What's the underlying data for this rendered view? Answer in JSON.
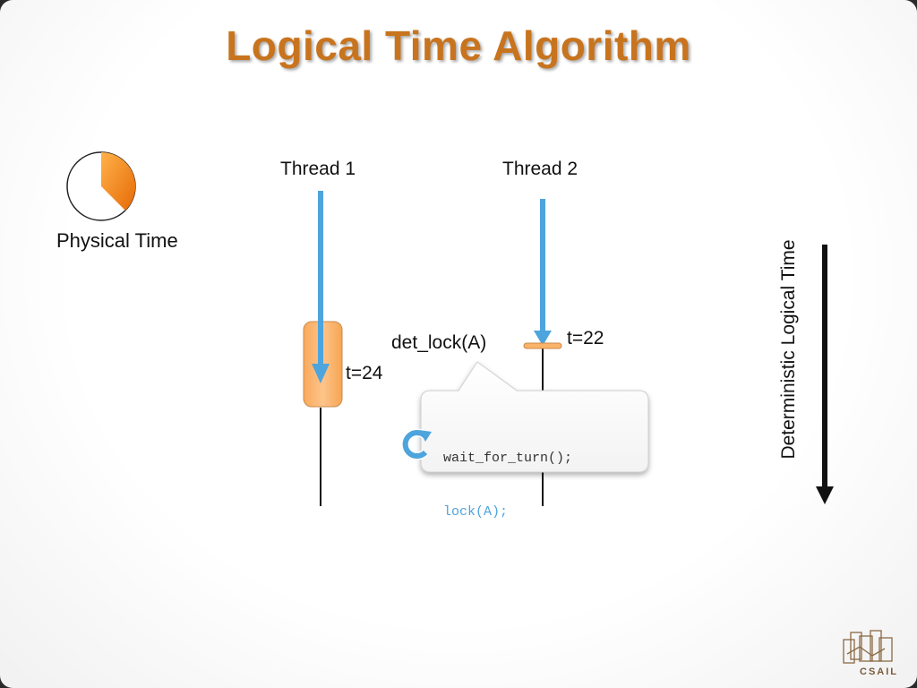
{
  "slide": {
    "title": "Logical Time Algorithm",
    "physical_time_label": "Physical Time",
    "thread1_label": "Thread 1",
    "thread2_label": "Thread 2",
    "det_lock_label": "det_lock(A)",
    "t1_time_label": "t=24",
    "t2_time_label": "t=22",
    "axis_label": "Deterministic Logical Time",
    "code_lines": [
      "wait_for_turn();",
      "lock(A);"
    ],
    "logo_text": "CSAIL"
  },
  "colors": {
    "title": "#c8741e",
    "arrow_blue": "#4ea4dc",
    "lock_fill": "#fbb36b",
    "clock_orange": "#f07a12",
    "code_highlight": "#4ea4dc"
  },
  "icons": {
    "clock": "clock-icon",
    "spinner": "refresh-icon",
    "logo": "csail-logo"
  }
}
